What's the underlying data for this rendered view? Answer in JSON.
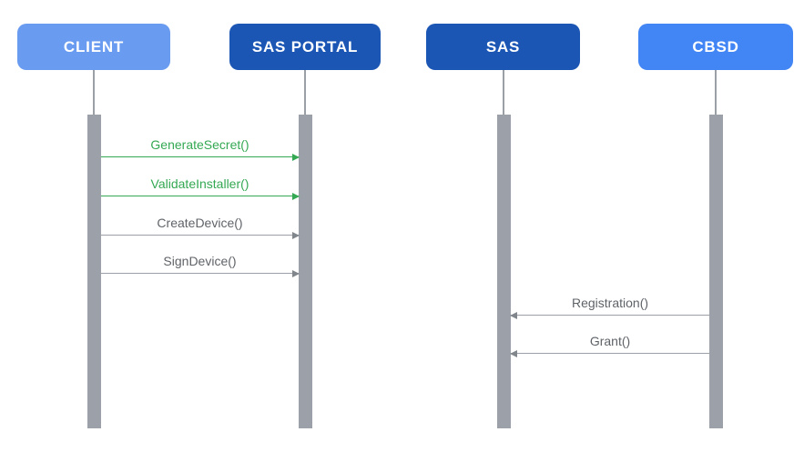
{
  "diagram": {
    "type": "sequence-diagram",
    "colors": {
      "background": "#FFFFFF",
      "header_text": "#FFFFFF",
      "lifeline_gray": "#9AA0A6",
      "activation_bar_gray": "#9CA0A8",
      "message_green": "#34A853",
      "message_gray_line": "#9AA0A6",
      "message_gray_text": "#5F6368",
      "message_gray_head": "#80868B"
    },
    "actors": [
      {
        "label": "CLIENT",
        "color": "#699BF0"
      },
      {
        "label": "SAS PORTAL",
        "color": "#1B56B5"
      },
      {
        "label": "SAS",
        "color": "#1B56B5"
      },
      {
        "label": "CBSD",
        "color": "#4285F4"
      }
    ],
    "messages": [
      {
        "label": "GenerateSecret()",
        "from": "CLIENT",
        "to": "SAS PORTAL",
        "direction": "right",
        "line_color": "#34A853",
        "text_color": "#34A853",
        "head_color": "#34A853"
      },
      {
        "label": "ValidateInstaller()",
        "from": "CLIENT",
        "to": "SAS PORTAL",
        "direction": "right",
        "line_color": "#34A853",
        "text_color": "#34A853",
        "head_color": "#34A853"
      },
      {
        "label": "CreateDevice()",
        "from": "CLIENT",
        "to": "SAS PORTAL",
        "direction": "right",
        "line_color": "#9AA0A6",
        "text_color": "#5F6368",
        "head_color": "#80868B"
      },
      {
        "label": "SignDevice()",
        "from": "CLIENT",
        "to": "SAS PORTAL",
        "direction": "right",
        "line_color": "#9AA0A6",
        "text_color": "#5F6368",
        "head_color": "#80868B"
      },
      {
        "label": "Registration()",
        "from": "CBSD",
        "to": "SAS",
        "direction": "left",
        "line_color": "#9AA0A6",
        "text_color": "#5F6368",
        "head_color": "#80868B"
      },
      {
        "label": "Grant()",
        "from": "CBSD",
        "to": "SAS",
        "direction": "left",
        "line_color": "#9AA0A6",
        "text_color": "#5F6368",
        "head_color": "#80868B"
      }
    ]
  }
}
